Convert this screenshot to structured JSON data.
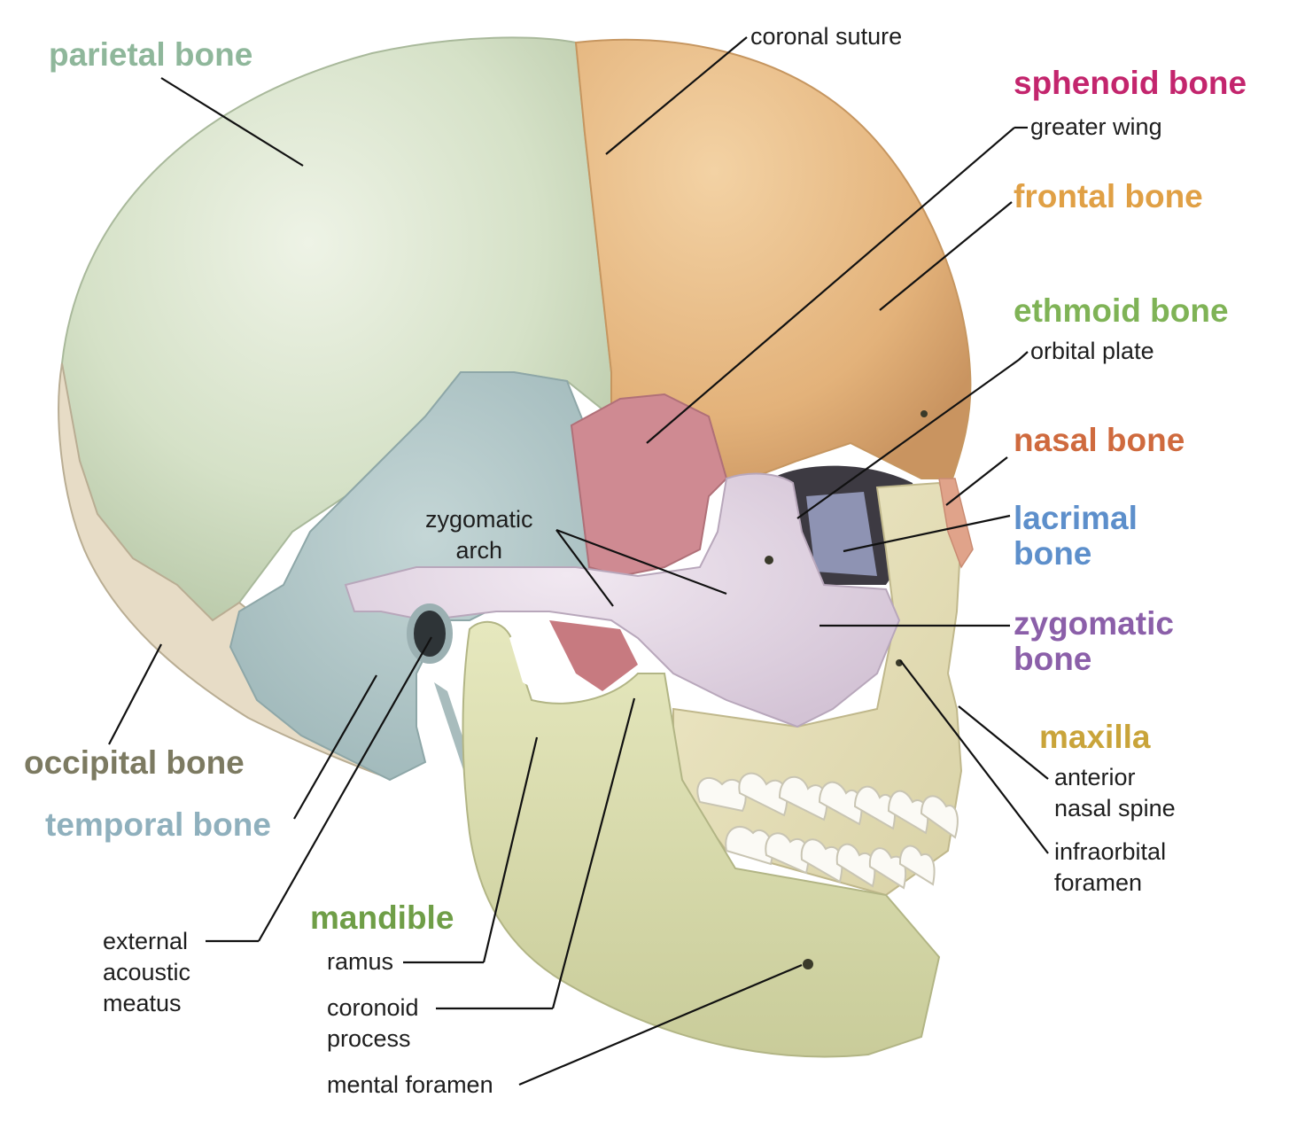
{
  "colors": {
    "parietal": "#8fb79b",
    "occipital": "#7c7a61",
    "temporal": "#8fb0bd",
    "sphenoid": "#c3256d",
    "frontal": "#e0a045",
    "ethmoid": "#7fb356",
    "nasal": "#cf6a3e",
    "lacrimal": "#5d8fcb",
    "zygomatic": "#8b5fa9",
    "maxilla": "#c9a43a",
    "mandible": "#6f9e47",
    "leader": "#111111"
  },
  "labels": {
    "parietal_bone": "parietal bone",
    "coronal_suture": "coronal suture",
    "sphenoid_bone": "sphenoid bone",
    "greater_wing": "greater wing",
    "frontal_bone": "frontal bone",
    "ethmoid_bone": "ethmoid bone",
    "orbital_plate": "orbital plate",
    "nasal_bone": "nasal bone",
    "lacrimal_bone": "lacrimal\nbone",
    "zygomatic_arch": "zygomatic\narch",
    "zygomatic_bone": "zygomatic\nbone",
    "maxilla": "maxilla",
    "anterior_nasal_spine": "anterior\nnasal spine",
    "infraorbital_foramen": "infraorbital\nforamen",
    "occipital_bone": "occipital bone",
    "temporal_bone": "temporal bone",
    "mandible": "mandible",
    "ramus": "ramus",
    "external_acoustic_meatus": "external\nacoustic\nmeatus",
    "coronoid_process": "coronoid\nprocess",
    "mental_foramen": "mental foramen"
  }
}
